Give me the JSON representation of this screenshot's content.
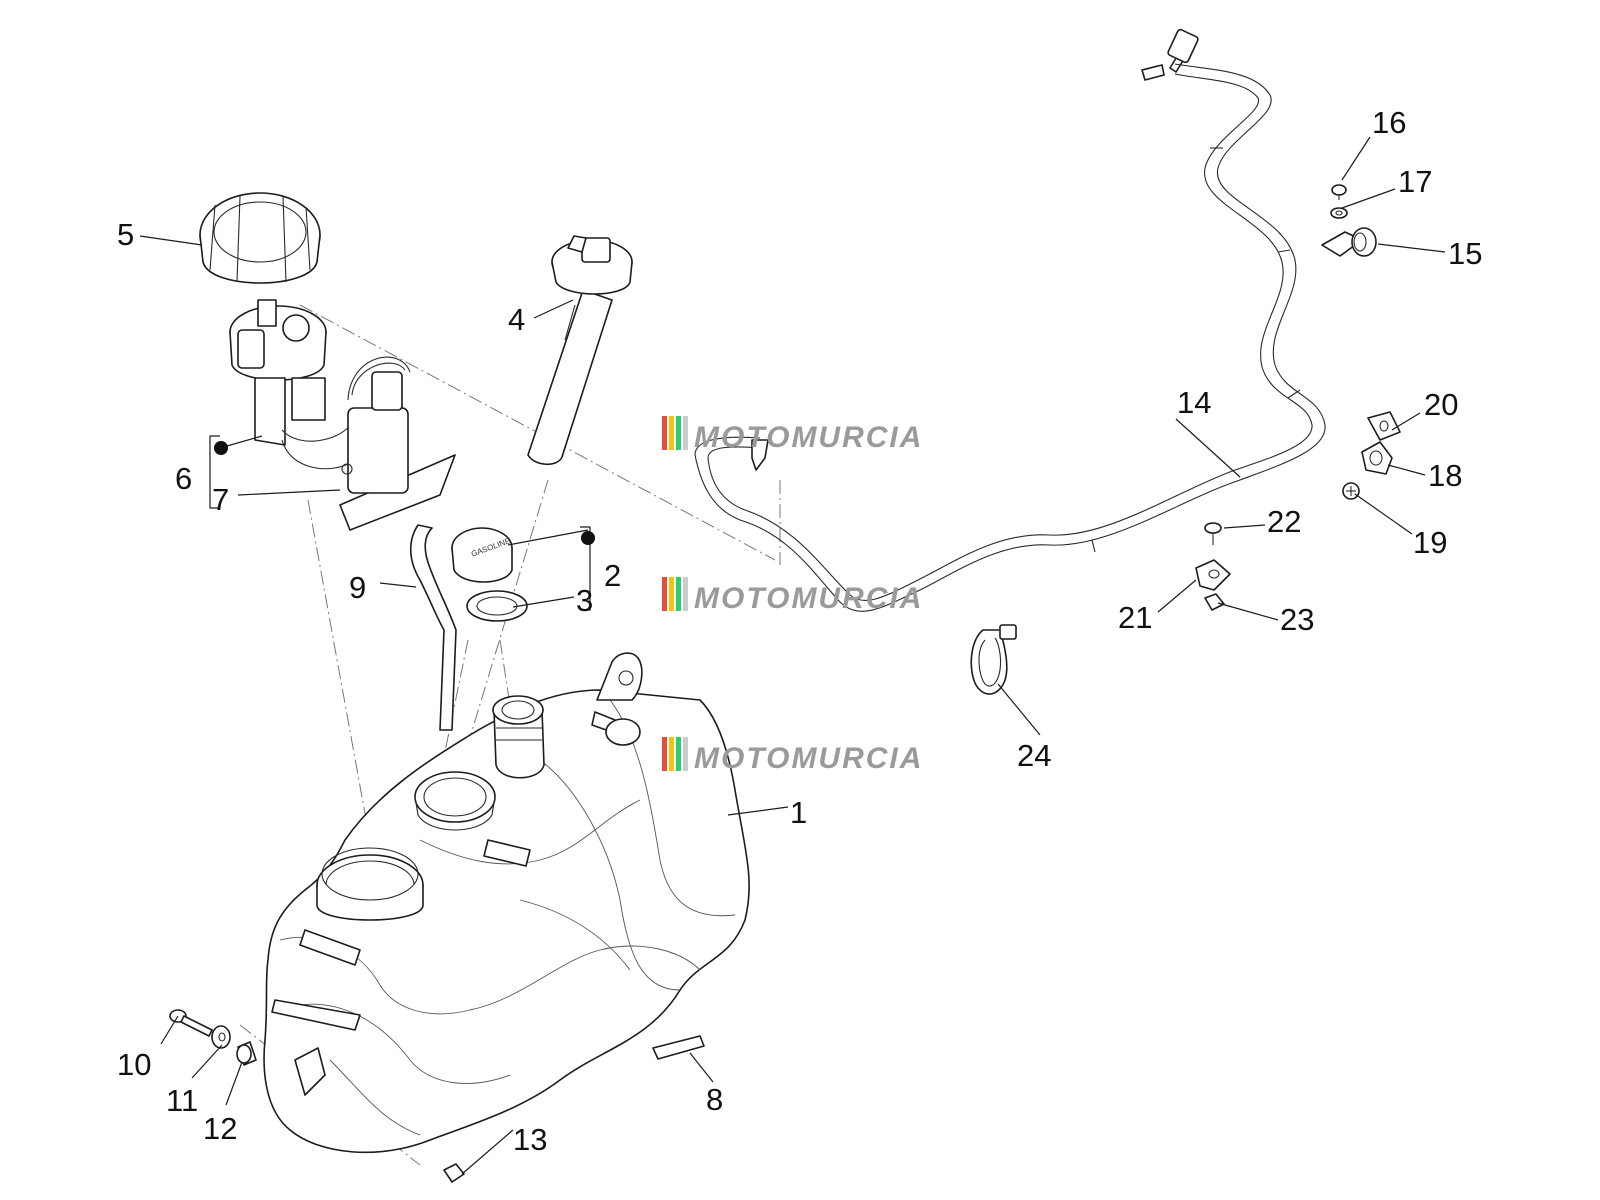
{
  "callouts": {
    "c1": "1",
    "c2": "2",
    "c3": "3",
    "c4": "4",
    "c5": "5",
    "c6": "6",
    "c7": "7",
    "c8": "8",
    "c9": "9",
    "c10": "10",
    "c11": "11",
    "c12": "12",
    "c13": "13",
    "c14": "14",
    "c15": "15",
    "c16": "16",
    "c17": "17",
    "c18": "18",
    "c19": "19",
    "c20": "20",
    "c21": "21",
    "c22": "22",
    "c23": "23",
    "c24": "24"
  },
  "watermark": {
    "text": "MOTOMURCIA"
  },
  "filler_cap_marking": "GASOLINE",
  "colors": {
    "line": "#1c1c1c",
    "watermark_text": "#9a9a9a",
    "watermark_stripes": [
      "#e74c3c",
      "#f1c40f",
      "#2ecc71",
      "#cccccc"
    ]
  }
}
